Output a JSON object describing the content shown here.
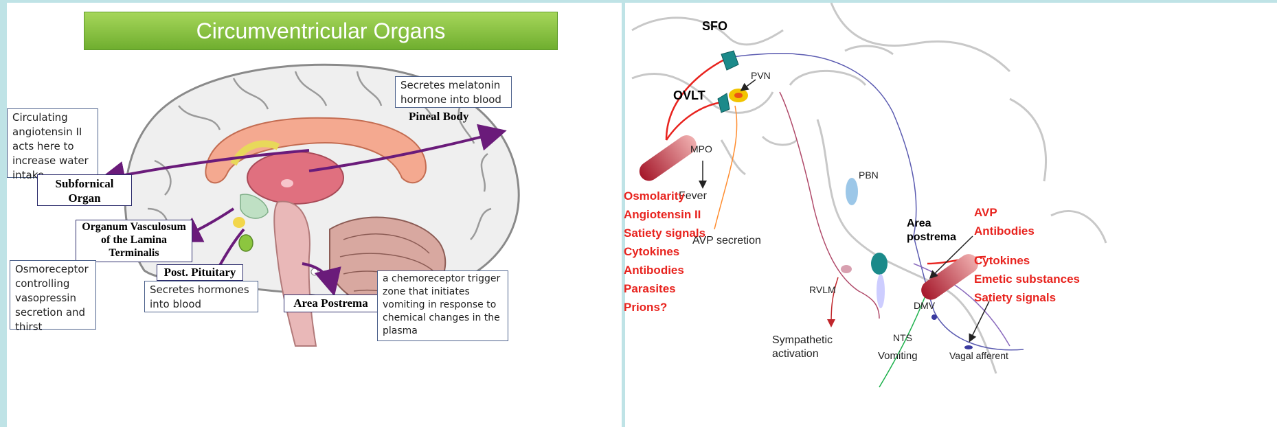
{
  "left": {
    "title": "Circumventricular Organs",
    "pineal_desc": "Secretes melatonin hormone into blood",
    "pineal_label": "Pineal Body",
    "sfo_desc": "Circulating angiotensin II acts here to increase water intake",
    "sfo_label": "Subfornical Organ",
    "ovlt_label": "Organum Vasculosum of the Lamina Terminalis",
    "ovlt_desc": "Osmoreceptor controlling vasopressin secretion and thirst",
    "pituitary_label": "Post. Pituitary",
    "pituitary_desc": "Secretes hormones into blood",
    "ap_label": "Area Postrema",
    "ap_desc": "a chemoreceptor trigger zone that initiates vomiting in response to chemical changes in the plasma"
  },
  "right": {
    "sfo": "SFO",
    "ovlt": "OVLT",
    "pvn": "PVN",
    "mpo": "MPO",
    "fever": "Fever",
    "avp_secretion": "AVP secretion",
    "pbn": "PBN",
    "area_postrema": "Area postrema",
    "rvlm": "RVLM",
    "dmv": "DMV",
    "nts": "NTS",
    "sympathetic": "Sympathetic activation",
    "vomiting": "Vomiting",
    "vagal": "Vagal afferent",
    "left_signals": [
      "Osmolarity",
      "Angiotensin II",
      "Satiety signals",
      "Cytokines",
      "Antibodies",
      "Parasites",
      "Prions?"
    ],
    "right_signals_top": [
      "AVP",
      "Antibodies"
    ],
    "right_signals_bottom": [
      "Cytokines",
      "Emetic substances",
      "Satiety signals"
    ]
  }
}
